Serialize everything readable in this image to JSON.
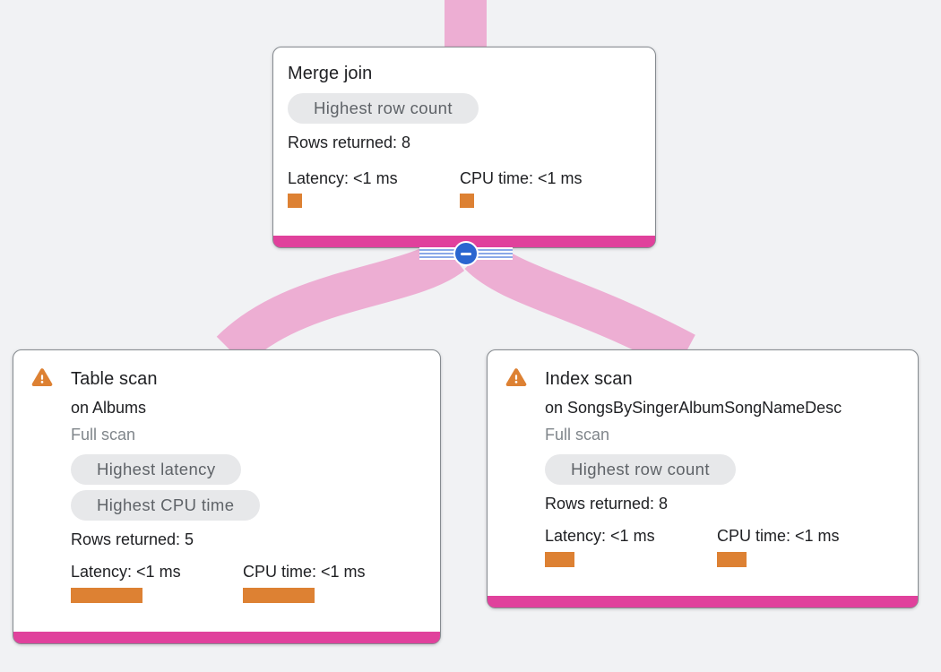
{
  "colors": {
    "background": "#F1F2F4",
    "edge_pink": "#EDAED3",
    "accent_magenta": "#E0419C",
    "metric_orange": "#DD8133",
    "warning_orange": "#DD8133",
    "badge_bg": "#E7E8EA",
    "badge_text": "#5F6368",
    "text_primary": "#202124",
    "text_muted": "#80868B",
    "card_border": "#868B90",
    "button_blue": "#2A66D0",
    "stripe_blue": "#8AA8E8"
  },
  "nodes": {
    "merge_join": {
      "title": "Merge join",
      "badges": [
        "Highest row count"
      ],
      "rows_returned": "Rows returned: 8",
      "latency": "Latency: <1 ms",
      "cpu_time": "CPU time: <1 ms"
    },
    "table_scan": {
      "title": "Table scan",
      "subtitle": "on Albums",
      "scan_type": "Full scan",
      "badges": [
        "Highest latency",
        "Highest CPU time"
      ],
      "rows_returned": "Rows returned: 5",
      "latency": "Latency: <1 ms",
      "cpu_time": "CPU time: <1 ms"
    },
    "index_scan": {
      "title": "Index scan",
      "subtitle": "on SongsBySingerAlbumSongNameDesc",
      "scan_type": "Full scan",
      "badges": [
        "Highest row count"
      ],
      "rows_returned": "Rows returned: 8",
      "latency": "Latency: <1 ms",
      "cpu_time": "CPU time: <1 ms"
    }
  }
}
